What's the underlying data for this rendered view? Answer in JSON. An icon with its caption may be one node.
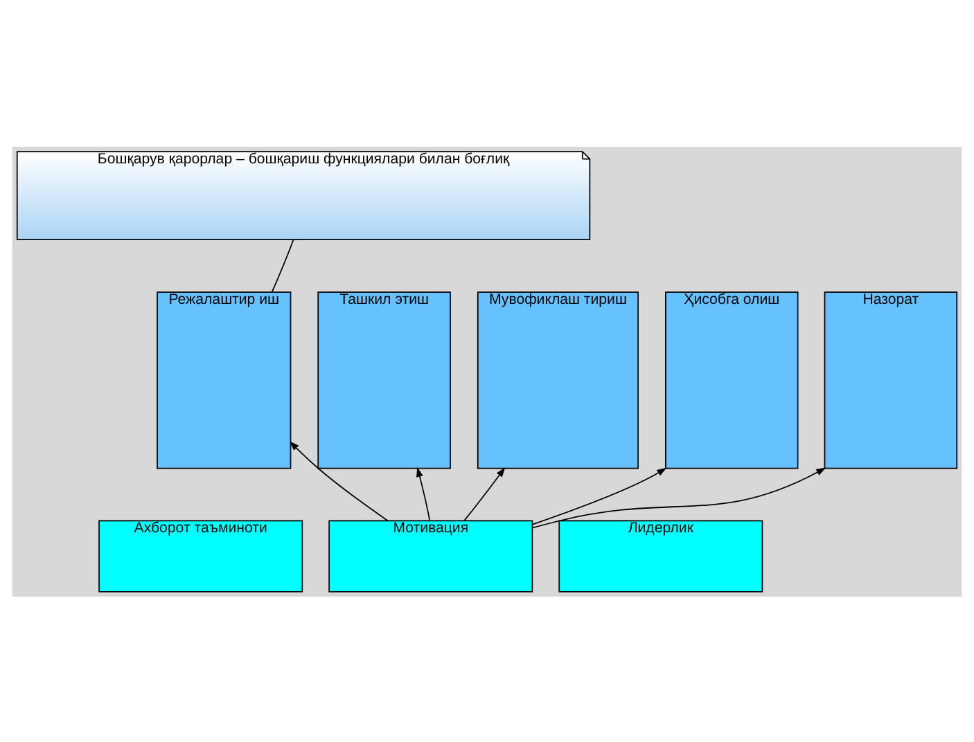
{
  "diagram": {
    "nodes": [
      {
        "text": [
          "Бошқарув қарорлар – бошқариш функциялари билан боғлиқ"
        ]
      },
      {
        "text": [
          "Режалаштир иш"
        ]
      },
      {
        "text": [
          "Ташкил этиш"
        ]
      },
      {
        "text": [
          "Мувофиклаш тириш"
        ]
      },
      {
        "text": [
          "Ҳисобга олиш"
        ]
      },
      {
        "text": [
          "Назорат"
        ]
      },
      {
        "text": [
          "Ахборот таъминоти"
        ]
      },
      {
        "text": [
          "Мотивация"
        ]
      },
      {
        "text": [
          "Лидерлик"
        ]
      }
    ],
    "edges": [
      {
        "from": 0,
        "to": 1,
        "arrow": "none"
      },
      {
        "from": 7,
        "to": 1,
        "arrow": "to"
      },
      {
        "from": 7,
        "to": 2,
        "arrow": "to"
      },
      {
        "from": 7,
        "to": 3,
        "arrow": "to"
      },
      {
        "from": 7,
        "to": 4,
        "arrow": "to"
      },
      {
        "from": 7,
        "to": 5,
        "arrow": "to"
      }
    ]
  }
}
